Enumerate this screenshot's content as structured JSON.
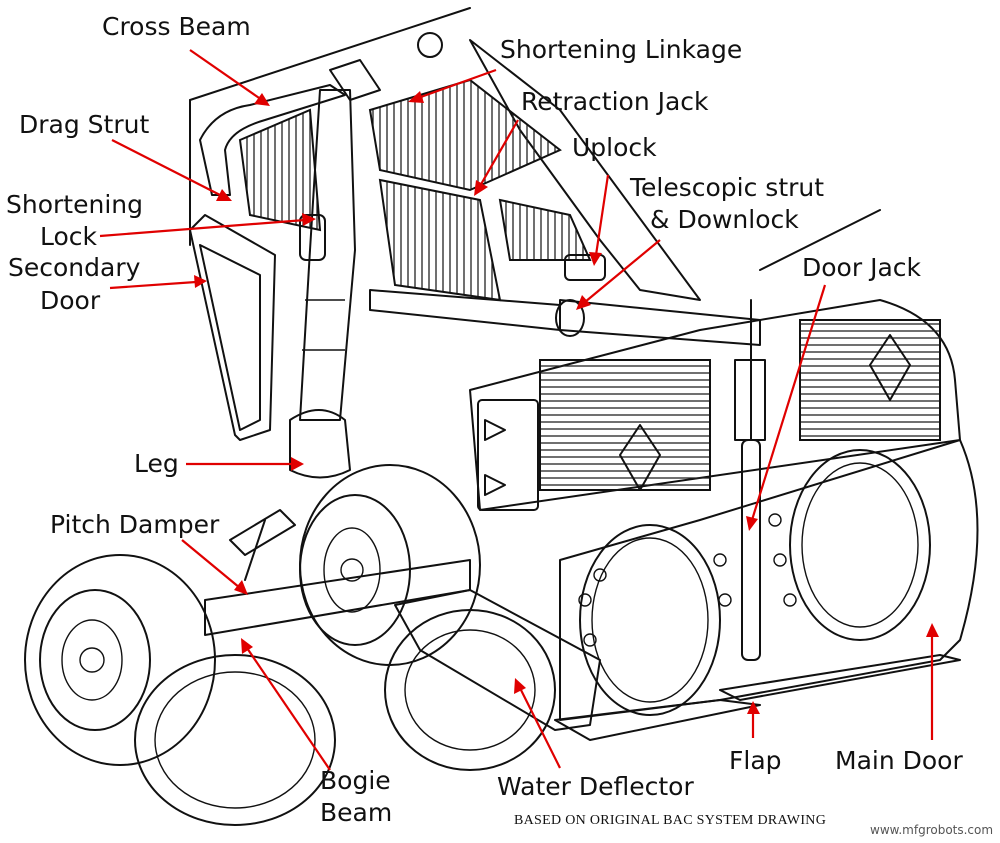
{
  "labels": {
    "cross_beam": "Cross Beam",
    "shortening_linkage": "Shortening Linkage",
    "retraction_jack": "Retraction Jack",
    "drag_strut": "Drag Strut",
    "uplock": "Uplock",
    "telescopic_strut_1": "Telescopic strut",
    "telescopic_strut_2": "& Downlock",
    "shortening_lock_1": "Shortening",
    "shortening_lock_2": "Lock",
    "secondary_door_1": "Secondary",
    "secondary_door_2": "Door",
    "door_jack": "Door Jack",
    "leg": "Leg",
    "pitch_damper": "Pitch Damper",
    "bogie_beam_1": "Bogie",
    "bogie_beam_2": "Beam",
    "water_deflector": "Water Deflector",
    "flap": "Flap",
    "main_door": "Main Door"
  },
  "credit": "BASED ON ORIGINAL BAC SYSTEM DRAWING",
  "watermark": "www.mfgrobots.com",
  "colors": {
    "arrow": "#e00000",
    "ink": "#111111",
    "background": "#ffffff"
  }
}
